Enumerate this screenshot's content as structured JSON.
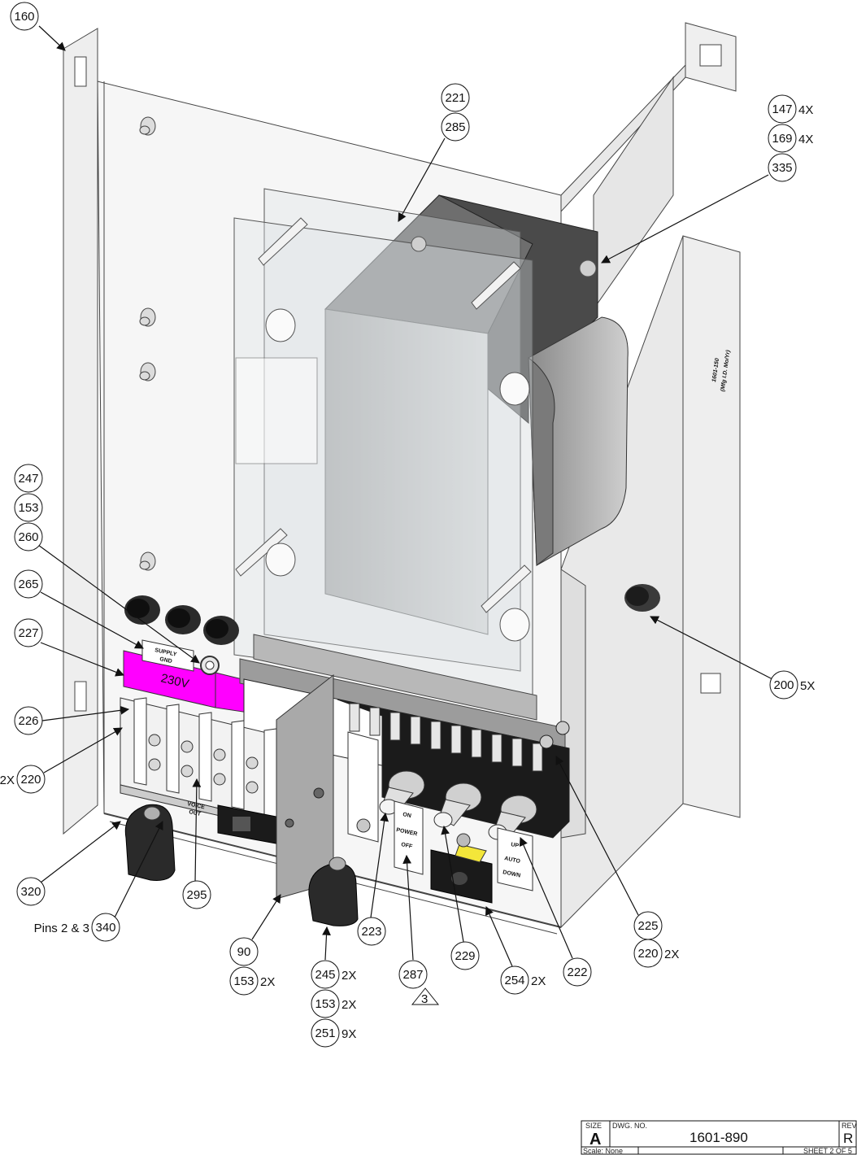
{
  "labels": {
    "supply_gnd": [
      "SUPPLY",
      "GND"
    ],
    "voltage": "230V",
    "power_plate": [
      "ON",
      "POWER",
      "OFF"
    ],
    "mode_plate": [
      "UP",
      "AUTO",
      "DOWN"
    ],
    "side_note": [
      "1601-150",
      "(Mfg I.D. Mo/Yr)"
    ],
    "voice_out": [
      "VOICE",
      "OUT"
    ]
  },
  "balloons": [
    {
      "num": "160",
      "qty": ""
    },
    {
      "num": "221",
      "qty": ""
    },
    {
      "num": "285",
      "qty": ""
    },
    {
      "num": "147",
      "qty": "4X"
    },
    {
      "num": "169",
      "qty": "4X"
    },
    {
      "num": "335",
      "qty": ""
    },
    {
      "num": "247",
      "qty": ""
    },
    {
      "num": "153",
      "qty": ""
    },
    {
      "num": "260",
      "qty": ""
    },
    {
      "num": "265",
      "qty": ""
    },
    {
      "num": "227",
      "qty": ""
    },
    {
      "num": "226",
      "qty": ""
    },
    {
      "num": "220",
      "qty": "2X"
    },
    {
      "num": "200",
      "qty": "5X"
    },
    {
      "num": "320",
      "qty": ""
    },
    {
      "num": "295",
      "qty": ""
    },
    {
      "num": "340",
      "qty": "Pins 2 & 3"
    },
    {
      "num": "90",
      "qty": ""
    },
    {
      "num": "153",
      "qty": "2X"
    },
    {
      "num": "245",
      "qty": "2X"
    },
    {
      "num": "153",
      "qty": "2X"
    },
    {
      "num": "251",
      "qty": "9X"
    },
    {
      "num": "223",
      "qty": ""
    },
    {
      "num": "287",
      "qty": ""
    },
    {
      "num": "229",
      "qty": ""
    },
    {
      "num": "254",
      "qty": "2X"
    },
    {
      "num": "222",
      "qty": ""
    },
    {
      "num": "225",
      "qty": ""
    },
    {
      "num": "220",
      "qty": "2X"
    }
  ],
  "revision_triangle": "3",
  "title_block": {
    "size_label": "SIZE",
    "size": "A",
    "dwg_label": "DWG.  NO.",
    "dwg_no": "1601-890",
    "rev_label": "REV",
    "rev": "R",
    "scale": "Scale: None",
    "sheet": "SHEET 2 OF 5"
  },
  "colors": {
    "magenta": "#ff00ff",
    "transformer": "#555555",
    "panel_line": "#333333"
  }
}
